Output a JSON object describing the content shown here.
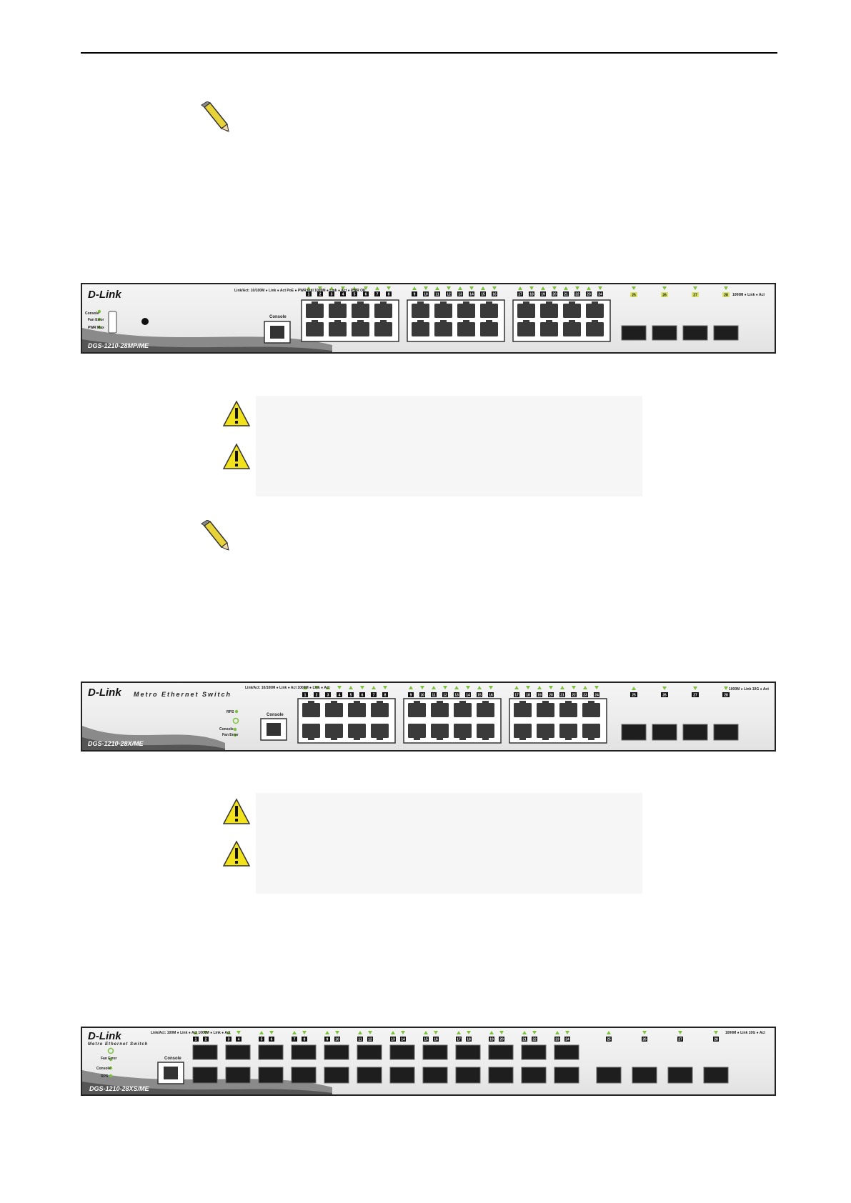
{
  "devices": {
    "d1": {
      "brand": "D-Link",
      "model": "DGS-1210-28MP/ME",
      "console_label": "Console",
      "led_labels": [
        "Console",
        "Fan Error",
        "PWR Max"
      ],
      "legend": "Link/Act: 10/100M ● Link ● Act    PoE ● PWR Full    1000M ● Link ● Act ● PWR OK",
      "port_numbers_top": [
        "1",
        "2",
        "3",
        "4",
        "5",
        "6",
        "7",
        "8",
        "9",
        "10",
        "11",
        "12",
        "13",
        "14",
        "15",
        "16",
        "17",
        "18",
        "19",
        "20",
        "21",
        "22",
        "23",
        "24"
      ],
      "sfp_numbers": [
        "25",
        "26",
        "27",
        "28"
      ],
      "sfp_legend": "1000M ● Link ● Act"
    },
    "d2": {
      "brand": "D-Link",
      "tagline": "Metro Ethernet Switch",
      "model": "DGS-1210-28X/ME",
      "console_label": "Console",
      "led_labels": [
        "RPS",
        "Console",
        "Fan Error"
      ],
      "legend": "Link/Act: 10/100M ● Link ● Act    1000M ● Link ● Act",
      "port_numbers_top": [
        "1",
        "2",
        "3",
        "4",
        "5",
        "6",
        "7",
        "8",
        "9",
        "10",
        "11",
        "12",
        "13",
        "14",
        "15",
        "16",
        "17",
        "18",
        "19",
        "20",
        "21",
        "22",
        "23",
        "24"
      ],
      "sfp_numbers": [
        "25",
        "26",
        "27",
        "28"
      ],
      "sfp_legend": "1000M ● Link   10G ● Act"
    },
    "d3": {
      "brand": "D-Link",
      "tagline": "Metro Ethernet Switch",
      "model": "DGS-1210-28XS/ME",
      "console_label": "Console",
      "led_labels": [
        "Fan Error",
        "Console",
        "RPS"
      ],
      "legend": "Link/Act: 100M ● Link ● Act    1000M ● Link ● Act",
      "port_numbers_top": [
        "1",
        "2",
        "3",
        "4",
        "5",
        "6",
        "7",
        "8",
        "9",
        "10",
        "11",
        "12",
        "13",
        "14",
        "15",
        "16",
        "17",
        "18",
        "19",
        "20",
        "21",
        "22",
        "23",
        "24"
      ],
      "sfp_numbers": [
        "25",
        "26",
        "27",
        "28"
      ],
      "sfp_legend": "1000M ● Link   10G ● Act"
    }
  }
}
